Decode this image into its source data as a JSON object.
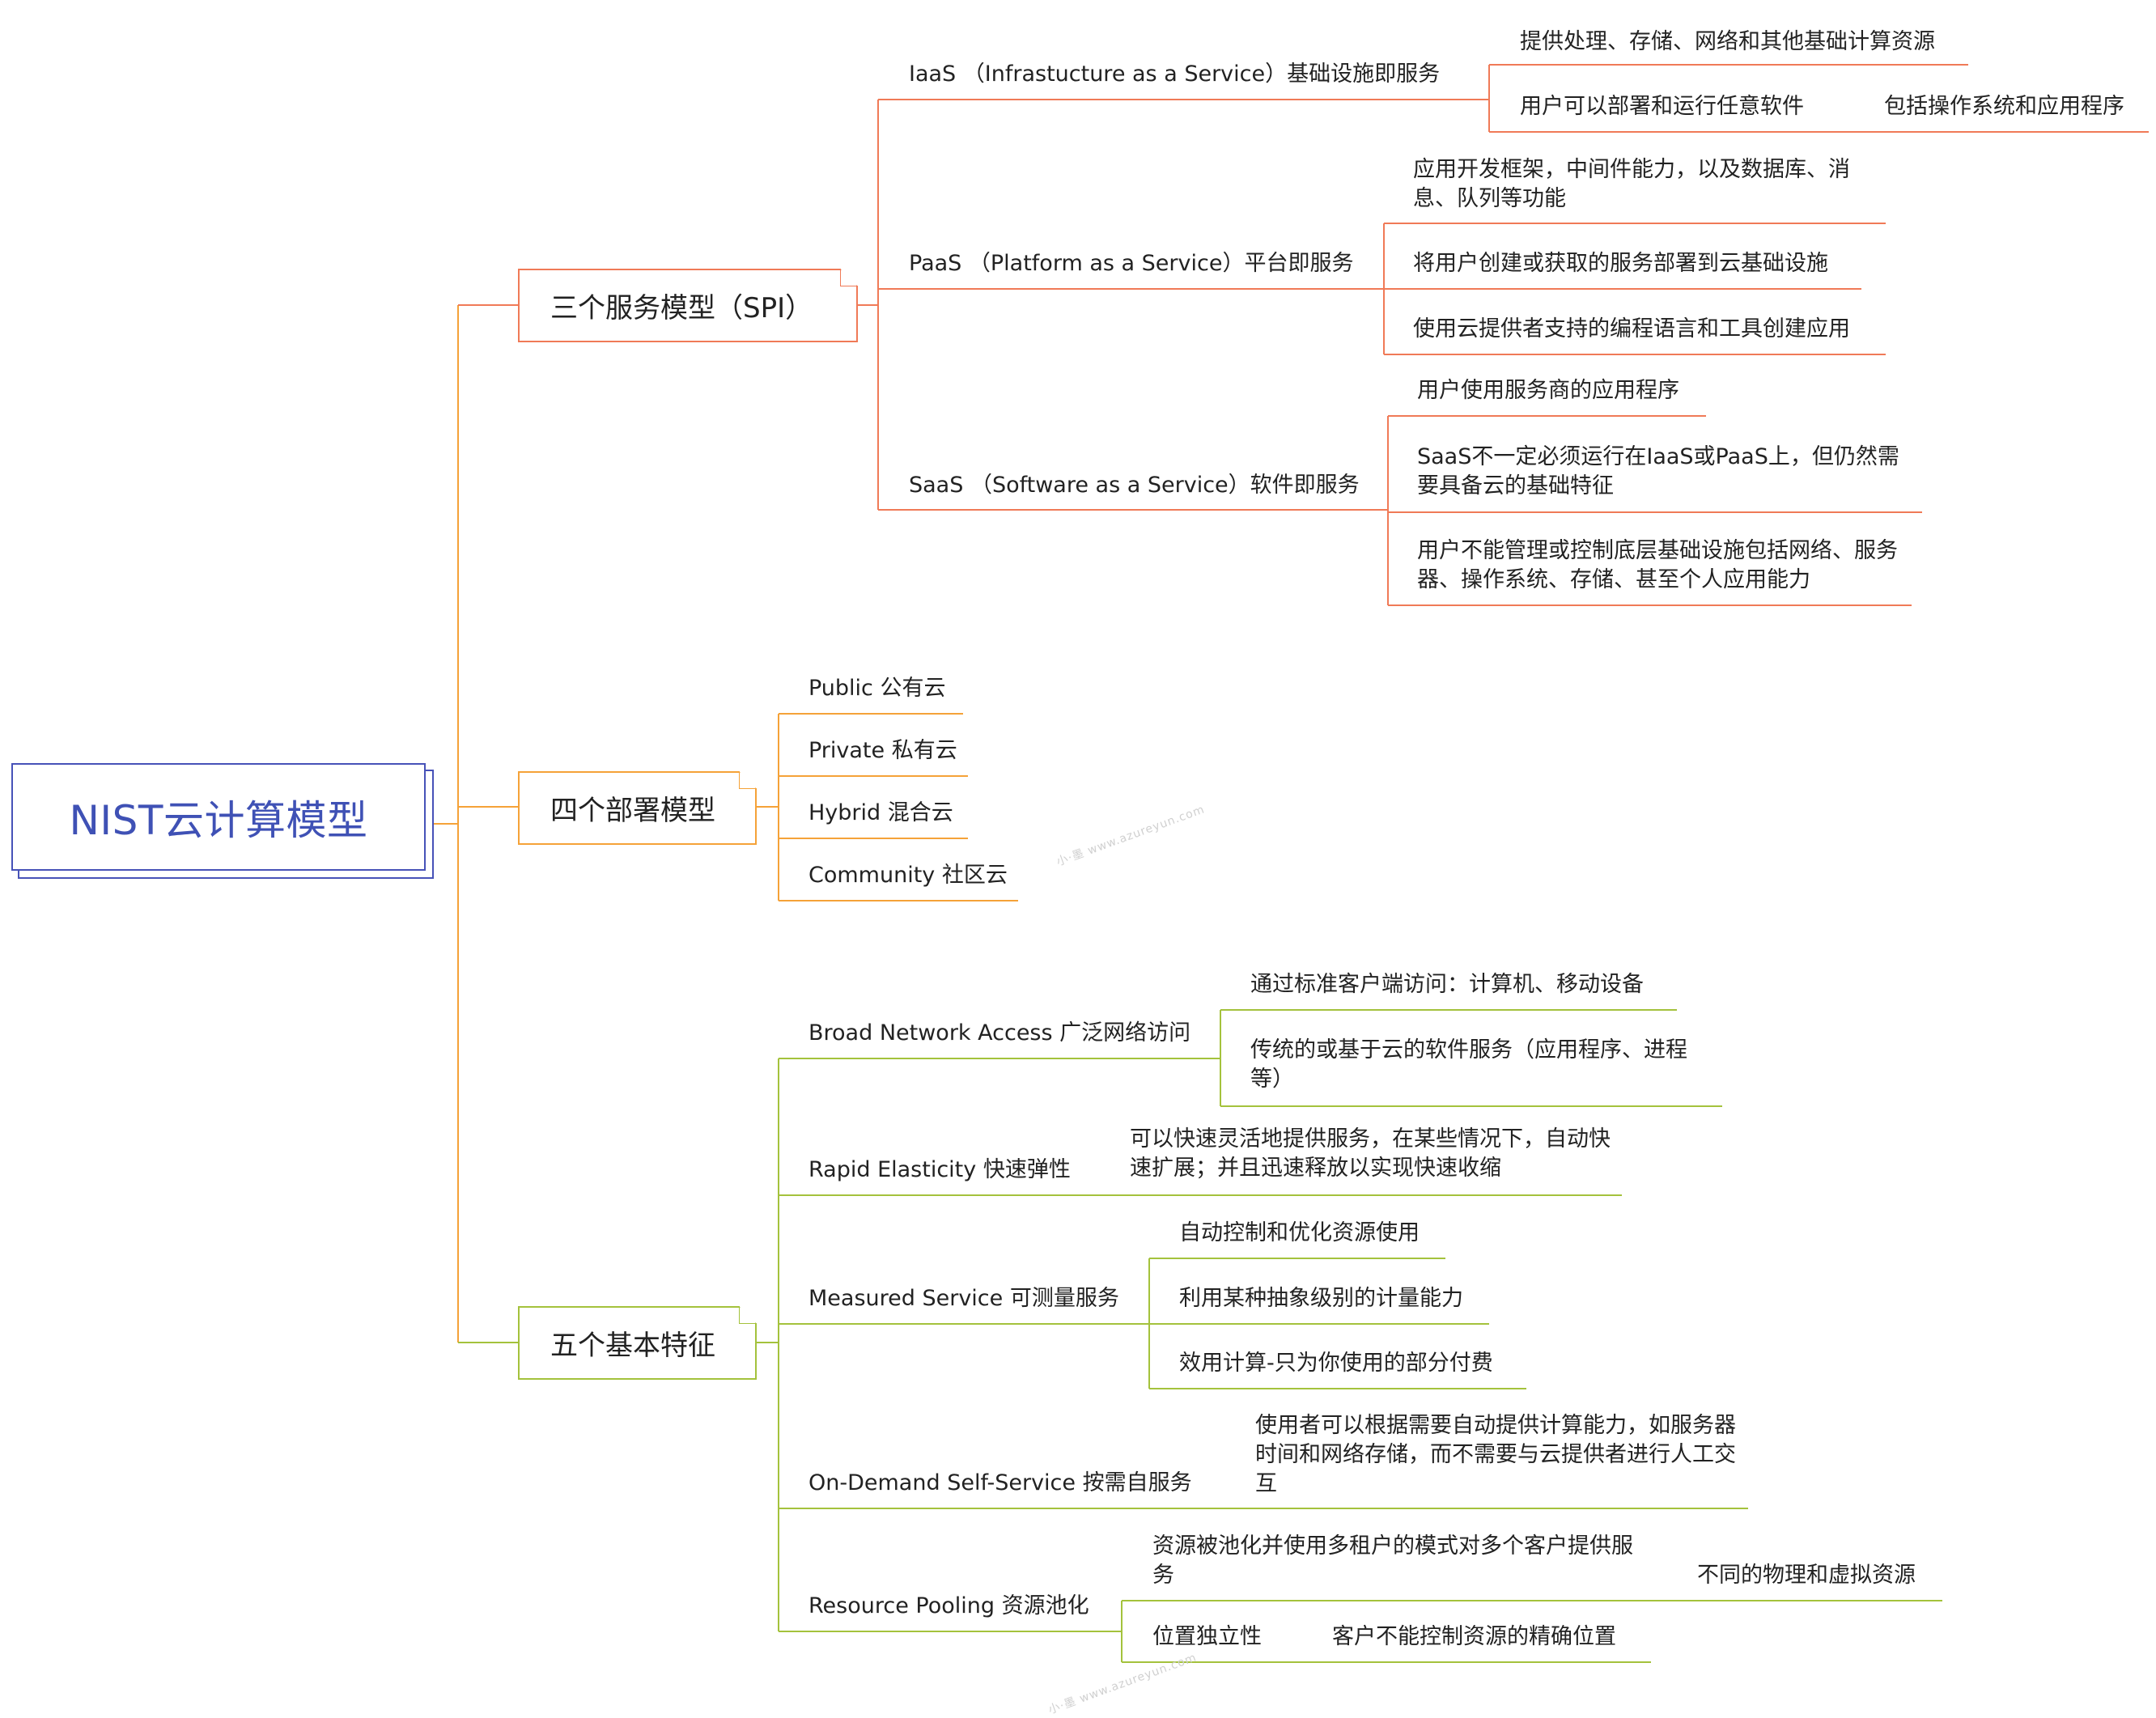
{
  "colors": {
    "root": "#4752b8",
    "branch_spi": "#f07a57",
    "branch_deploy": "#f5a238",
    "branch_features": "#a4c23c",
    "trunk": "#f5a238"
  },
  "root": {
    "title": "NIST云计算模型"
  },
  "branches": {
    "spi": {
      "label": "三个服务模型（SPI）",
      "iaas": {
        "label": "IaaS （Infrastucture as a Service）基础设施即服务",
        "leaf1": "提供处理、存储、网络和其他基础计算资源",
        "leaf2": "用户可以部署和运行任意软件",
        "leaf2_child": "包括操作系统和应用程序"
      },
      "paas": {
        "label": "PaaS （Platform as a Service）平台即服务",
        "leaf1": "应用开发框架，中间件能力，以及数据库、消息、队列等功能",
        "leaf2": "将用户创建或获取的服务部署到云基础设施",
        "leaf3": "使用云提供者支持的编程语言和工具创建应用"
      },
      "saas": {
        "label": "SaaS （Software as a Service）软件即服务",
        "leaf1": "用户使用服务商的应用程序",
        "leaf2": "SaaS不一定必须运行在IaaS或PaaS上，但仍然需要具备云的基础特征",
        "leaf3": "用户不能管理或控制底层基础设施包括网络、服务器、操作系统、存储、甚至个人应用能力"
      }
    },
    "deploy": {
      "label": "四个部署模型",
      "items": [
        "Public 公有云",
        "Private 私有云",
        "Hybrid 混合云",
        "Community 社区云"
      ]
    },
    "features": {
      "label": "五个基本特征",
      "broad": {
        "label": "Broad Network Access 广泛网络访问",
        "leaf1": "通过标准客户端访问：计算机、移动设备",
        "leaf2": "传统的或基于云的软件服务（应用程序、进程等）"
      },
      "rapid": {
        "label": "Rapid Elasticity 快速弹性",
        "leaf1": "可以快速灵活地提供服务，在某些情况下，自动快速扩展；并且迅速释放以实现快速收缩"
      },
      "measured": {
        "label": "Measured Service 可测量服务",
        "leaf1": "自动控制和优化资源使用",
        "leaf2": "利用某种抽象级别的计量能力",
        "leaf3": "效用计算-只为你使用的部分付费"
      },
      "ondemand": {
        "label": "On-Demand Self-Service 按需自服务",
        "leaf1": "使用者可以根据需要自动提供计算能力，如服务器时间和网络存储，而不需要与云提供者进行人工交互"
      },
      "pooling": {
        "label": "Resource Pooling 资源池化",
        "leaf1": "资源被池化并使用多租户的模式对多个客户提供服务",
        "leaf1_child": "不同的物理和虚拟资源",
        "leaf2": "位置独立性",
        "leaf2_child": "客户不能控制资源的精确位置"
      }
    }
  },
  "watermark": {
    "text1": "小·墨",
    "text2": "www.azureyun.com"
  }
}
